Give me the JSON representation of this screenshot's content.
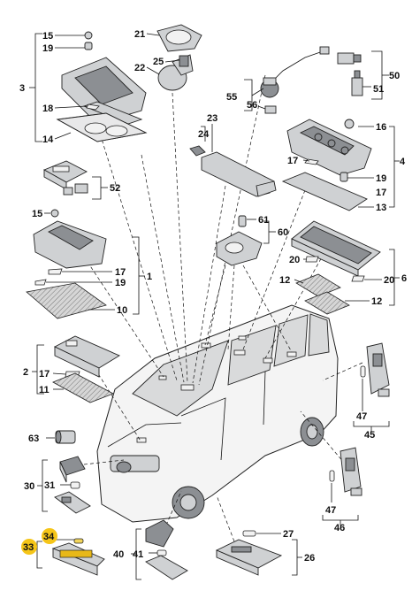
{
  "callouts": {
    "c15a": "15",
    "c19a": "19",
    "c3": "3",
    "c18": "18",
    "c14": "14",
    "c21": "21",
    "c25": "25",
    "c22": "22",
    "c23": "23",
    "c24": "24",
    "c50": "50",
    "c51": "51",
    "c55": "55",
    "c56": "56",
    "c16": "16",
    "c4": "4",
    "c17a": "17",
    "c19b": "19",
    "c17b": "17",
    "c13": "13",
    "c52": "52",
    "c15b": "15",
    "c61": "61",
    "c60": "60",
    "c17c": "17",
    "c19c": "19",
    "c1": "1",
    "c10": "10",
    "c20a": "20",
    "c20b": "20",
    "c12a": "12",
    "c12b": "12",
    "c6": "6",
    "c2": "2",
    "c17d": "17",
    "c11": "11",
    "c63": "63",
    "c47a": "47",
    "c45": "45",
    "c30": "30",
    "c31": "31",
    "c47b": "47",
    "c46": "46",
    "c34": "34",
    "c33": "33",
    "c40": "40",
    "c41": "41",
    "c27": "27",
    "c26": "26"
  },
  "highlighted_callouts": [
    "33",
    "34"
  ],
  "colors": {
    "highlight": "#f5c518",
    "part_fill": "#cfd1d3",
    "part_dark": "#8c8f93",
    "line": "#111111"
  }
}
